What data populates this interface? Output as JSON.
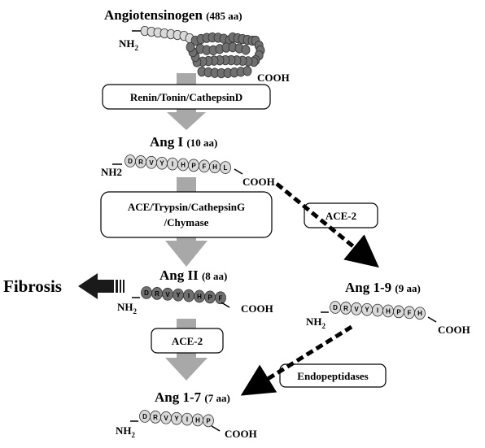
{
  "colors": {
    "arrow_gray": "#a8a8a8",
    "bead_light": "#d9d9d9",
    "bead_dark": "#707070",
    "dashed_arrow": "#000000",
    "fibrosis_arrow": "#1a1a1a"
  },
  "angiotensinogen": {
    "name": "Angiotensinogen",
    "length": "(485 aa)",
    "n_terminus": "NH",
    "n_sub": "2",
    "c_terminus": "COOH"
  },
  "enzyme_renin": "Renin/Tonin/CathepsinD",
  "ang1": {
    "name": "Ang I",
    "length": "(10 aa)",
    "n_terminus": "NH2",
    "c_terminus": "COOH",
    "residues": [
      "D",
      "R",
      "V",
      "Y",
      "I",
      "H",
      "P",
      "F",
      "H",
      "L"
    ]
  },
  "enzyme_ace": {
    "line1": "ACE/Trypsin/CathepsinG",
    "line2": "/Chymase"
  },
  "ang2": {
    "name": "Ang II",
    "length": "(8 aa)",
    "n_terminus": "NH",
    "n_sub": "2",
    "c_terminus": "COOH",
    "residues": [
      "D",
      "R",
      "V",
      "Y",
      "I",
      "H",
      "P",
      "F"
    ]
  },
  "fibrosis": "Fibrosis",
  "enzyme_ace2_right": "ACE-2",
  "ang19": {
    "name": "Ang 1-9",
    "length": "(9 aa)",
    "n_terminus": "NH",
    "n_sub": "2",
    "c_terminus": "COOH",
    "residues": [
      "D",
      "R",
      "V",
      "Y",
      "I",
      "H",
      "P",
      "F",
      "H"
    ]
  },
  "enzyme_ace2_center": "ACE-2",
  "enzyme_endopeptidases": "Endopeptidases",
  "ang17": {
    "name": "Ang 1-7",
    "length": "(7 aa)",
    "n_terminus": "NH",
    "n_sub": "2",
    "c_terminus": "COOH",
    "residues": [
      "D",
      "R",
      "V",
      "Y",
      "I",
      "H",
      "P"
    ]
  }
}
